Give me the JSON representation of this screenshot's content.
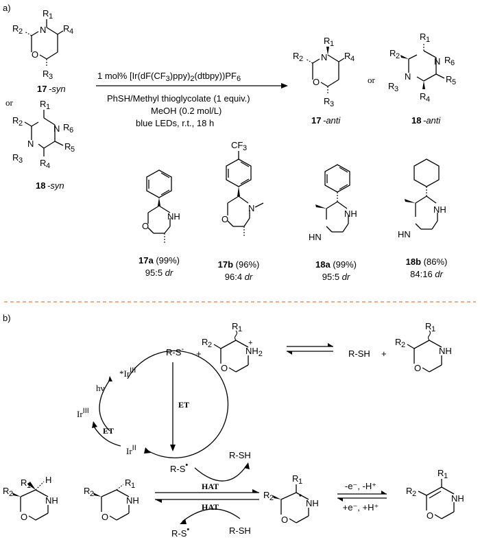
{
  "panel_labels": {
    "a": "a)",
    "b": "b)"
  },
  "colors": {
    "divider": "#e8935a",
    "ink": "#000000"
  },
  "substituents": {
    "R1": "R",
    "R2": "R",
    "R3": "R",
    "R4": "R",
    "R5": "R",
    "R6": "R",
    "n1": "1",
    "n2": "2",
    "n3": "3",
    "n4": "4",
    "n5": "5",
    "n6": "6"
  },
  "atoms": {
    "N": "N",
    "O": "O",
    "NH": "NH",
    "HN": "HN",
    "H": "H",
    "NH2": "NH",
    "sub2": "2",
    "plus": "+",
    "CF3": "CF"
  },
  "labels": {
    "c17syn_num": "17",
    "c17syn_tag": "-syn",
    "or1": "or",
    "c18syn_num": "18",
    "c18syn_tag": "-syn",
    "c17anti_num": "17",
    "c17anti_tag": "-anti",
    "or2": "or",
    "c18anti_num": "18",
    "c18anti_tag": "-anti",
    "cf3_sub": "3"
  },
  "conditions": {
    "line1_pre": "1 mol% [Ir(dF(CF",
    "line1_s3": "3",
    "line1_mid": ")ppy)",
    "line1_s2": "2",
    "line1_post": "(dtbpy))PF",
    "line1_s6": "6",
    "line2": "PhSH/Methyl thioglycolate (1 equiv.)",
    "line3": "MeOH (0.2 mol/L)",
    "line4": "blue LEDs, r.t., 18 h"
  },
  "examples": [
    {
      "id": "17a",
      "yield": " (99%)",
      "dr_val": "95:5 ",
      "dr": "dr"
    },
    {
      "id": "17b",
      "yield": " (96%)",
      "dr_val": "96:4 ",
      "dr": "dr"
    },
    {
      "id": "18a",
      "yield": " (99%)",
      "dr_val": "95:5 ",
      "dr": "dr"
    },
    {
      "id": "18b",
      "yield": " (86%)",
      "dr_val": "84:16 ",
      "dr": "dr"
    }
  ],
  "mechanism": {
    "rs_minus": "R-S",
    "minus": "-",
    "plus_sign": "+",
    "rsh1": "R-SH",
    "plus2": "+",
    "ir_star": "*Ir",
    "ir_star_sup": "III",
    "ir3": "Ir",
    "ir3_sup": "III",
    "ir2": "Ir",
    "ir2_sup": "II",
    "hv": "hν",
    "et1": "ET",
    "et2": "ET",
    "rs_rad": "R-S",
    "rsh2": "R-SH",
    "hat1": "HAT",
    "hat2": "HAT",
    "rs_rad2": "R-S",
    "rsh3": "R-SH",
    "redox_top": "-e⁻, -H⁺",
    "redox_bot": "+e⁻, +H⁺"
  }
}
